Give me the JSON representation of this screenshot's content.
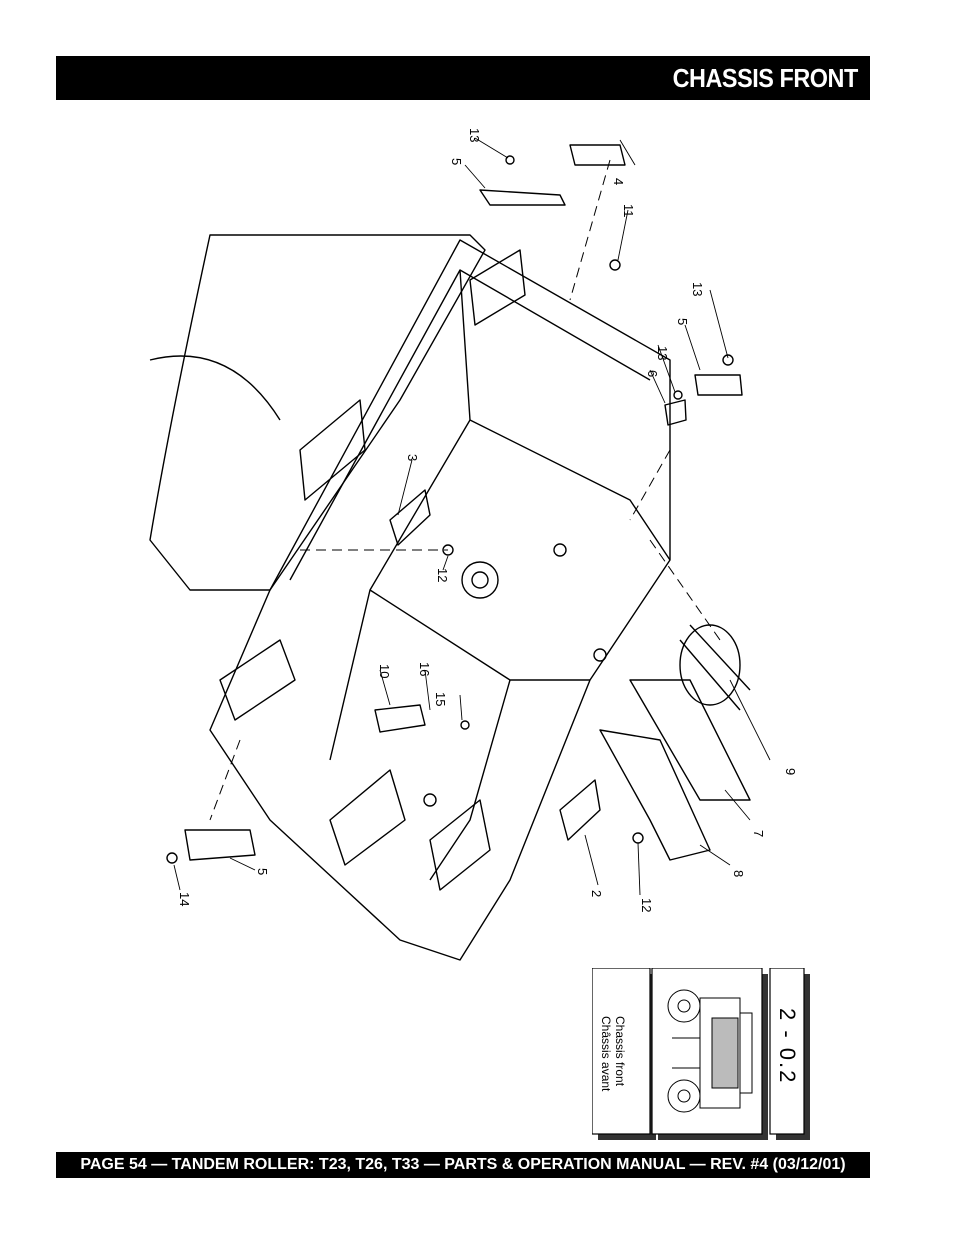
{
  "header": {
    "title": "CHASSIS FRONT"
  },
  "callouts": [
    "13",
    "5",
    "4",
    "11",
    "13",
    "5",
    "13",
    "6",
    "3",
    "12",
    "10",
    "16",
    "15",
    "9",
    "7",
    "8",
    "2",
    "12",
    "5",
    "14"
  ],
  "thumbnail": {
    "code": "2 - 0.2",
    "caption_en": "Chassis front",
    "caption_fr": "Châssis avant"
  },
  "footer": {
    "text": "PAGE 54 — TANDEM ROLLER: T23, T26, T33 — PARTS & OPERATION MANUAL — REV. #4 (03/12/01)"
  }
}
